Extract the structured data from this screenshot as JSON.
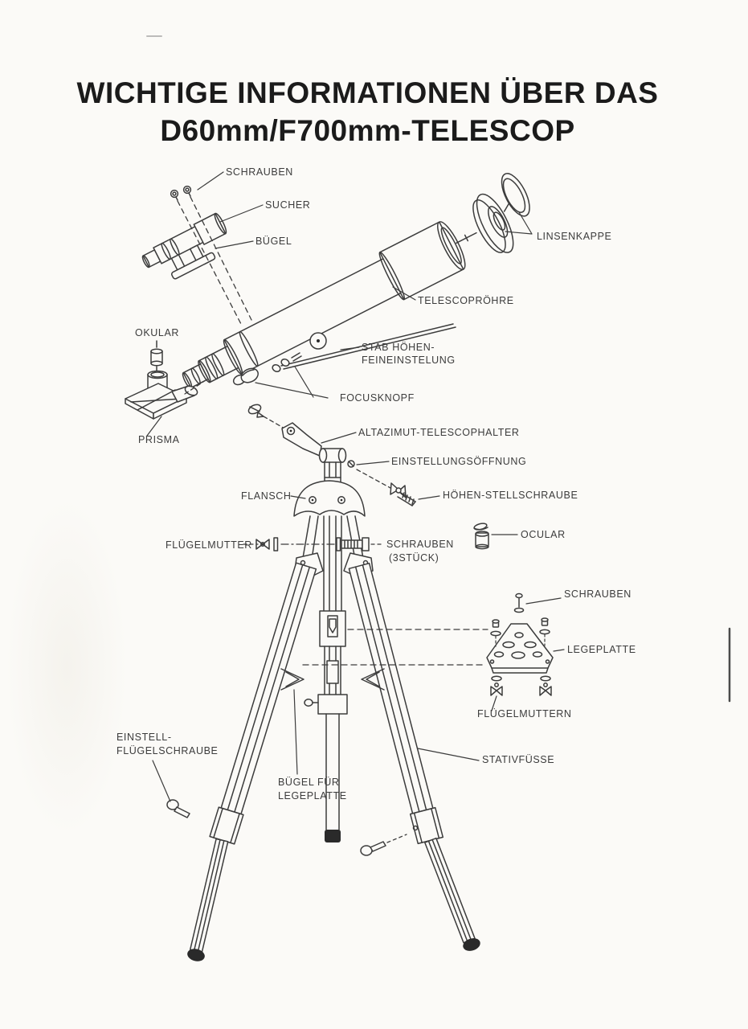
{
  "title": {
    "line1": "WICHTIGE INFORMATIONEN ÜBER DAS",
    "line2": "D60mm/F700mm-TELESCOP"
  },
  "colors": {
    "paper": "#fbfaf7",
    "ink": "#3c3c3c",
    "ink_strong": "#2a2a2a",
    "title_ink": "#1b1b1b",
    "artifact": "#4b4b4b"
  },
  "labels": {
    "schrauben_finder": "SCHRAUBEN",
    "sucher": "SUCHER",
    "buegel": "BÜGEL",
    "linsenkappe": "LINSENKAPPE",
    "telescoproehre": "TELESCOPRÖHRE",
    "okular": "OKULAR",
    "stab_hoehen_line1": "STAB HÖHEN-",
    "stab_hoehen_line2": "FEINEINSTELUNG",
    "focusknopf": "FOCUSKNOPF",
    "prisma": "PRISMA",
    "altazimut_telescophalter": "ALTAZIMUT-TELESCOPHALTER",
    "einstellungsoeffnung": "EINSTELLUNGSÖFFNUNG",
    "flansch": "FLANSCH",
    "hoehen_stellschraube": "HÖHEN-STELLSCHRAUBE",
    "fluegelmutter": "FLÜGELMUTTER",
    "schrauben_3stueck_line1": "SCHRAUBEN",
    "schrauben_3stueck_line2": "(3STÜCK)",
    "ocular": "OCULAR",
    "schrauben_legeplatte": "SCHRAUBEN",
    "legeplatte": "LEGEPLATTE",
    "fluegelmuttern": "FLÜGELMUTTERN",
    "einstell_fluegelschraube_line1": "EINSTELL-",
    "einstell_fluegelschraube_line2": "FLÜGELSCHRAUBE",
    "buegel_fuer_legeplatte_line1": "BÜGEL FÜR",
    "buegel_fuer_legeplatte_line2": "LEGEPLATTE",
    "stativfuesse": "STATIVFÜSSE"
  }
}
